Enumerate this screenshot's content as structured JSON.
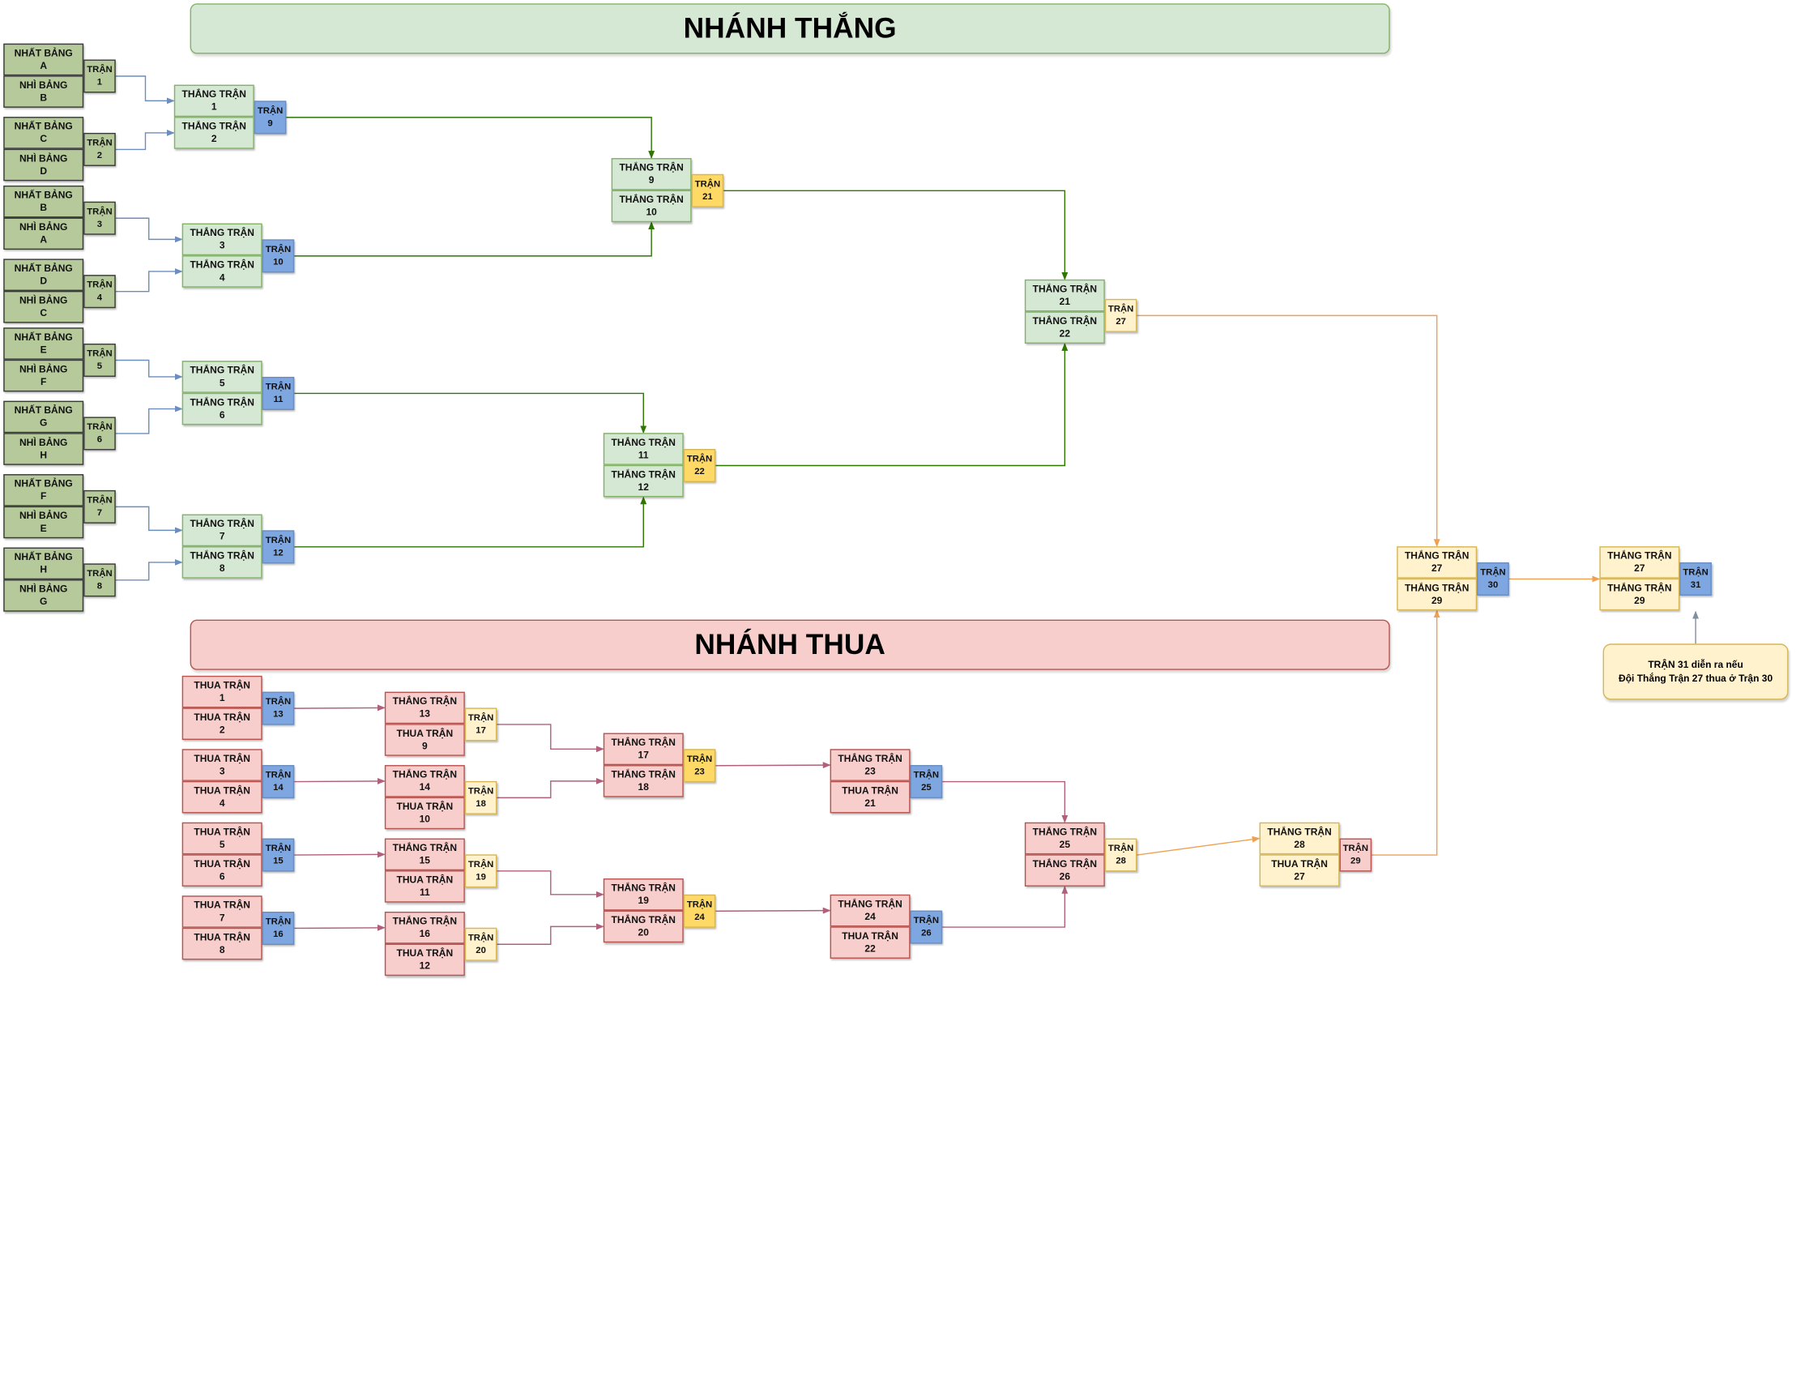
{
  "banners": {
    "winners_title": "NHÁNH THẮNG",
    "losers_title": "NHÁNH THUA"
  },
  "note": {
    "line1": "TRẬN 31 diễn ra nếu",
    "line2": "Đội Thắng Trận 27 thua ở Trận 30"
  },
  "colors": {
    "group_fill": "#b5c99a",
    "group_border": "#3a3a3a",
    "win_fill": "#d5e8d4",
    "win_border": "#82b366",
    "lose_fill": "#f8cecc",
    "lose_border": "#b85450",
    "final_fill": "#fff2cc",
    "final_border": "#d6b656",
    "match_blue": "#7ea6e0",
    "match_gold": "#ffd966",
    "match_cream": "#fff2cc",
    "match_pink": "#f8cecc",
    "wire_win": "#2d7600",
    "wire_blue": "#6c8ebf",
    "wire_lose": "#b0607a",
    "wire_orange": "#f0a050"
  },
  "groups": [
    {
      "top": "NHẤT BẢNG\nA",
      "bottom": "NHÌ BẢNG\nB",
      "match": "TRẬN\n1"
    },
    {
      "top": "NHẤT BẢNG\nC",
      "bottom": "NHÌ BẢNG\nD",
      "match": "TRẬN\n2"
    },
    {
      "top": "NHẤT BẢNG\nB",
      "bottom": "NHÌ BẢNG\nA",
      "match": "TRẬN\n3"
    },
    {
      "top": "NHẤT BẢNG\nD",
      "bottom": "NHÌ BẢNG\nC",
      "match": "TRẬN\n4"
    },
    {
      "top": "NHẤT BẢNG\nE",
      "bottom": "NHÌ BẢNG\nF",
      "match": "TRẬN\n5"
    },
    {
      "top": "NHẤT BẢNG\nG",
      "bottom": "NHÌ BẢNG\nH",
      "match": "TRẬN\n6"
    },
    {
      "top": "NHẤT BẢNG\nF",
      "bottom": "NHÌ BẢNG\nE",
      "match": "TRẬN\n7"
    },
    {
      "top": "NHẤT BẢNG\nH",
      "bottom": "NHÌ BẢNG\nG",
      "match": "TRẬN\n8"
    }
  ],
  "winners_bracket": [
    {
      "top": "THẮNG TRẬN\n1",
      "bottom": "THẮNG TRẬN\n2",
      "match": "TRẬN\n9"
    },
    {
      "top": "THẮNG TRẬN\n3",
      "bottom": "THẮNG TRẬN\n4",
      "match": "TRẬN\n10"
    },
    {
      "top": "THẮNG TRẬN\n5",
      "bottom": "THẮNG TRẬN\n6",
      "match": "TRẬN\n11"
    },
    {
      "top": "THẮNG TRẬN\n7",
      "bottom": "THẮNG TRẬN\n8",
      "match": "TRẬN\n12"
    },
    {
      "top": "THẮNG TRẬN\n9",
      "bottom": "THẮNG TRẬN\n10",
      "match": "TRẬN\n21"
    },
    {
      "top": "THẮNG TRẬN\n11",
      "bottom": "THẮNG TRẬN\n12",
      "match": "TRẬN\n22"
    },
    {
      "top": "THẮNG TRẬN\n21",
      "bottom": "THẮNG TRẬN\n22",
      "match": "TRẬN\n27"
    }
  ],
  "finals": [
    {
      "top": "THẮNG TRẬN\n27",
      "bottom": "THẮNG TRẬN\n29",
      "match": "TRẬN\n30"
    },
    {
      "top": "THẮNG TRẬN\n27",
      "bottom": "THẮNG TRẬN\n29",
      "match": "TRẬN\n31"
    }
  ],
  "losers_bracket": [
    {
      "top": "THUA TRẬN\n1",
      "bottom": "THUA TRẬN\n2",
      "match": "TRẬN\n13"
    },
    {
      "top": "THUA TRẬN\n3",
      "bottom": "THUA TRẬN\n4",
      "match": "TRẬN\n14"
    },
    {
      "top": "THUA TRẬN\n5",
      "bottom": "THUA TRẬN\n6",
      "match": "TRẬN\n15"
    },
    {
      "top": "THUA TRẬN\n7",
      "bottom": "THUA TRẬN\n8",
      "match": "TRẬN\n16"
    },
    {
      "top": "THẮNG TRẬN\n13",
      "bottom": "THUA TRẬN\n9",
      "match": "TRẬN\n17"
    },
    {
      "top": "THẮNG TRẬN\n14",
      "bottom": "THUA TRẬN\n10",
      "match": "TRẬN\n18"
    },
    {
      "top": "THẮNG TRẬN\n15",
      "bottom": "THUA TRẬN\n11",
      "match": "TRẬN\n19"
    },
    {
      "top": "THẮNG TRẬN\n16",
      "bottom": "THUA TRẬN\n12",
      "match": "TRẬN\n20"
    },
    {
      "top": "THẮNG TRẬN\n17",
      "bottom": "THẮNG TRẬN\n18",
      "match": "TRẬN\n23"
    },
    {
      "top": "THẮNG TRẬN\n19",
      "bottom": "THẮNG TRẬN\n20",
      "match": "TRẬN\n24"
    },
    {
      "top": "THẮNG TRẬN\n23",
      "bottom": "THUA TRẬN\n21",
      "match": "TRẬN\n25"
    },
    {
      "top": "THẮNG TRẬN\n24",
      "bottom": "THUA TRẬN\n22",
      "match": "TRẬN\n26"
    },
    {
      "top": "THẮNG TRẬN\n25",
      "bottom": "THẮNG TRẬN\n26",
      "match": "TRẬN\n28"
    },
    {
      "top": "THẮNG TRẬN\n28",
      "bottom": "THUA TRẬN\n27",
      "match": "TRẬN\n29"
    }
  ]
}
